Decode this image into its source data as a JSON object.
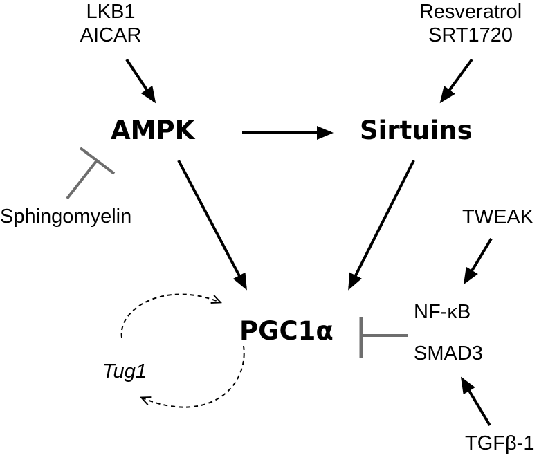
{
  "nodes": {
    "ampk": "AMPK",
    "sirtuins": "Sirtuins",
    "pgc1a": "PGC1α"
  },
  "labels": {
    "lkb1": "LKB1",
    "aicar": "AICAR",
    "resveratrol": "Resveratrol",
    "srt1720": "SRT1720",
    "sphingomyelin": "Sphingomyelin",
    "tweak": "TWEAK",
    "nfkb": "NF-κB",
    "smad3": "SMAD3",
    "tug1": "Tug1",
    "tgfb1": "TGFβ-1"
  },
  "colors": {
    "arrow": "#000000",
    "inhibitor": "#6e6e6e"
  }
}
